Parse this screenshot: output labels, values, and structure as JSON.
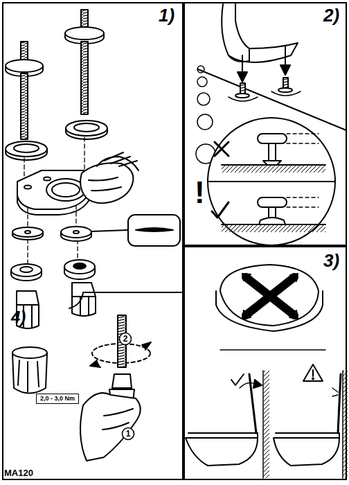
{
  "diagram": {
    "nodes": [
      {
        "text": [
          "1)"
        ]
      },
      {
        "text": [
          "4)"
        ],
        "in": 0
      },
      {
        "text": [
          "2,0 - 3,0 Nm"
        ],
        "in": 1
      },
      {
        "text": [
          "1"
        ],
        "in": 1
      },
      {
        "text": [
          "2"
        ],
        "in": 1
      },
      {
        "text": [
          "2)"
        ]
      },
      {
        "text": [
          "3)"
        ]
      }
    ],
    "labels": [
      "MA120",
      "!"
    ]
  }
}
